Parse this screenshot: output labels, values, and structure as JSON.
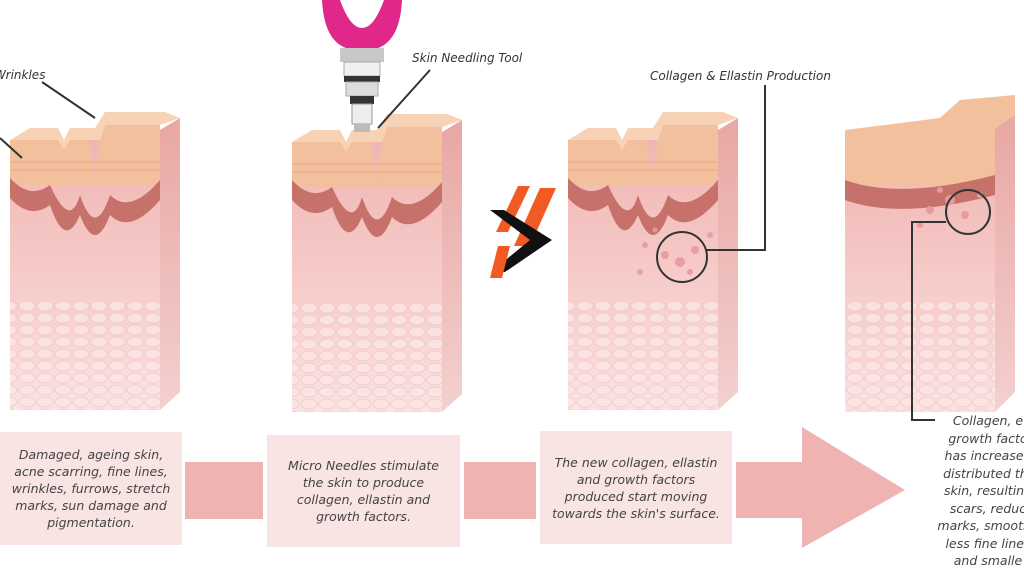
{
  "labels": {
    "wrinkles": "Wrinkles",
    "tool": "Skin Needling Tool",
    "production": "Collagen & Ellastin Production"
  },
  "steps": [
    {
      "text": "Damaged, ageing skin,\nacne scarring, fine lines,\nwrinkles, furrows, stretch\nmarks, sun damage and\npigmentation."
    },
    {
      "text": "Micro Needles stimulate\nthe skin to produce\ncollagen, ellastin and\ngrowth factors."
    },
    {
      "text": "The new collagen, ellastin\nand growth factors\nproduced start moving\ntowards the skin's surface."
    },
    {
      "text": "Collagen, e\ngrowth facto\nhas increased\ndistributed thr\nskin, resulting\nscars, reduc\nmarks, smoothe\nless fine lines\nand smalle"
    }
  ],
  "colors": {
    "skin_top": "#f4c6a6",
    "skin_body": "#f5c3c3",
    "dermis_dark": "#c7716b",
    "connector": "#efb3b2",
    "box_bg": "#f8e4e3",
    "tool_pink": "#e0288a",
    "logo_orange": "#f15a22"
  }
}
